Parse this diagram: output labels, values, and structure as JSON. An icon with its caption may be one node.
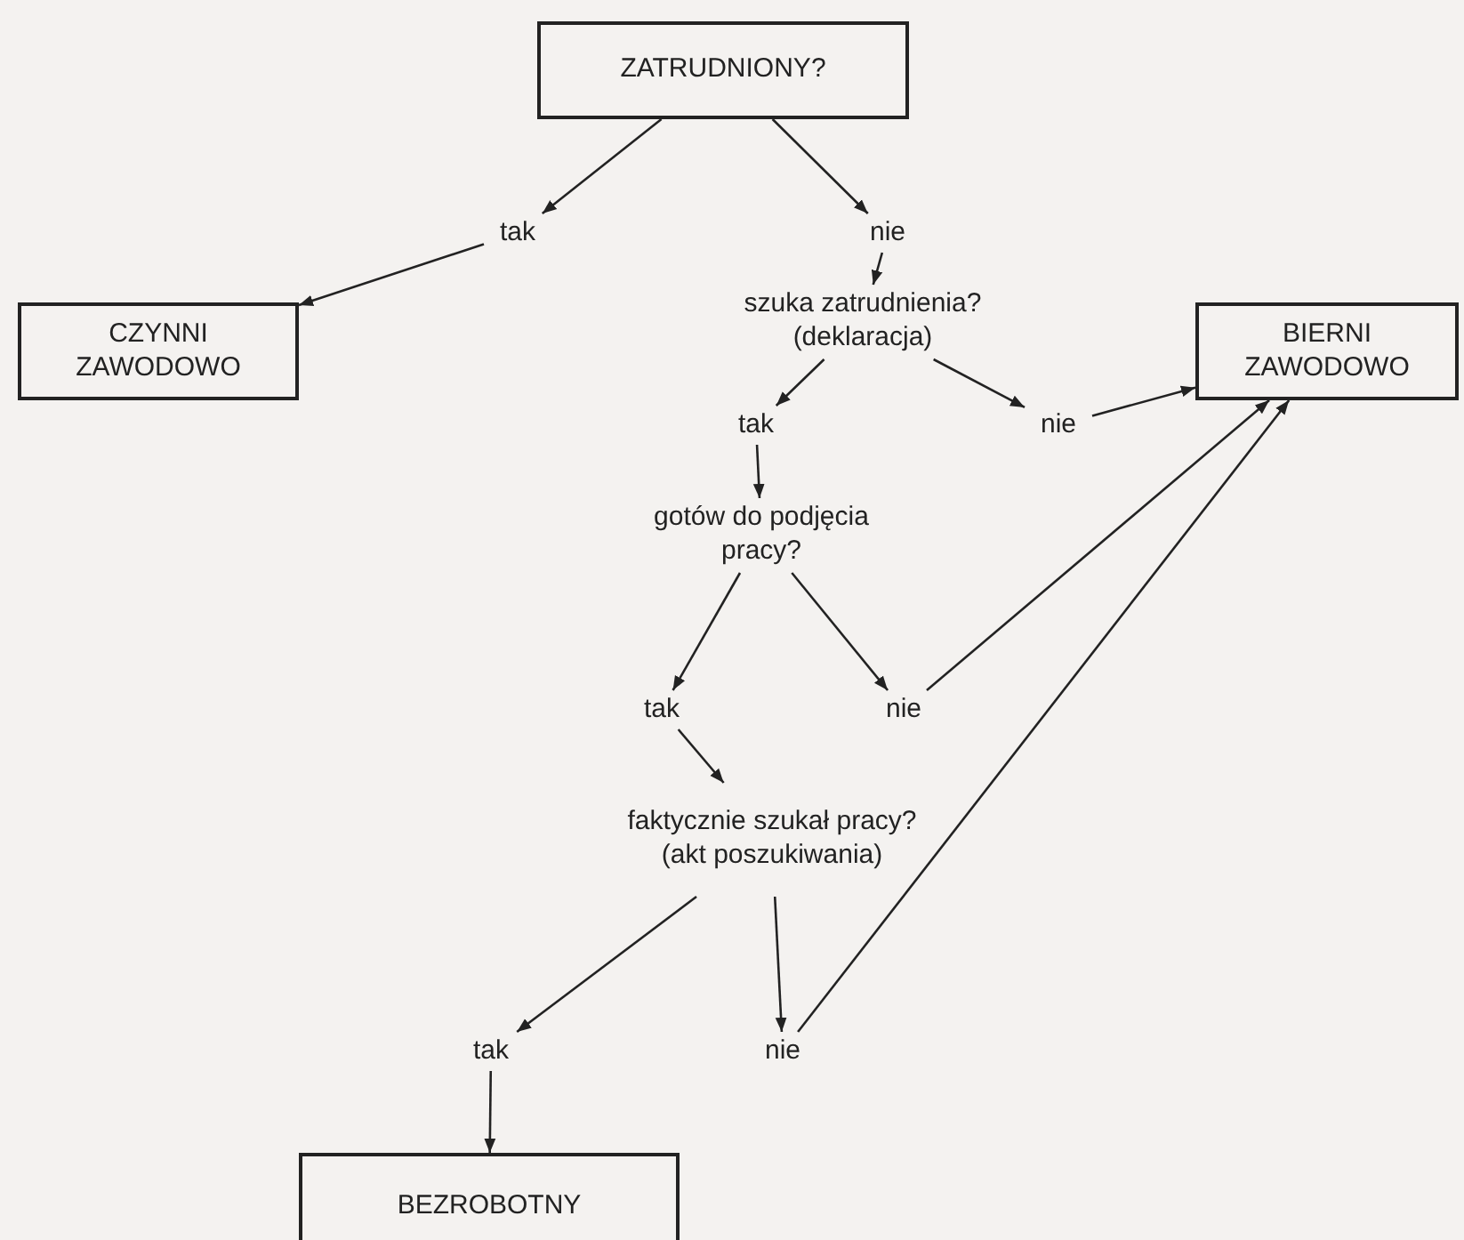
{
  "diagram": {
    "nodes": [
      {
        "text": [
          "ZATRUDNIONY?"
        ]
      },
      {
        "text": [
          "tak"
        ]
      },
      {
        "text": [
          "nie"
        ]
      },
      {
        "text": [
          "CZYNNI ZAWODOWO"
        ]
      },
      {
        "text": [
          "szuka zatrudnienia? (deklaracja)"
        ]
      },
      {
        "text": [
          "BIERNI ZAWODOWO"
        ]
      },
      {
        "text": [
          "tak"
        ]
      },
      {
        "text": [
          "nie"
        ]
      },
      {
        "text": [
          "gotów do podjęcia pracy?"
        ]
      },
      {
        "text": [
          "tak"
        ]
      },
      {
        "text": [
          "nie"
        ]
      },
      {
        "text": [
          "faktycznie szukał pracy? (akt poszukiwania)"
        ]
      },
      {
        "text": [
          "tak"
        ]
      },
      {
        "text": [
          "nie"
        ]
      },
      {
        "text": [
          "BEZROBOTNY"
        ]
      }
    ],
    "edges": [
      {
        "from": 0,
        "to": 1,
        "arrow": "to"
      },
      {
        "from": 0,
        "to": 2,
        "arrow": "to"
      },
      {
        "from": 1,
        "to": 3,
        "arrow": "to"
      },
      {
        "from": 2,
        "to": 4,
        "arrow": "to"
      },
      {
        "from": 4,
        "to": 6,
        "arrow": "to"
      },
      {
        "from": 4,
        "to": 7,
        "arrow": "to"
      },
      {
        "from": 7,
        "to": 5,
        "arrow": "to"
      },
      {
        "from": 6,
        "to": 8,
        "arrow": "to"
      },
      {
        "from": 8,
        "to": 9,
        "arrow": "to"
      },
      {
        "from": 8,
        "to": 10,
        "arrow": "to"
      },
      {
        "from": 10,
        "to": 5,
        "arrow": "to"
      },
      {
        "from": 9,
        "to": 11,
        "arrow": "to"
      },
      {
        "from": 11,
        "to": 12,
        "arrow": "to"
      },
      {
        "from": 11,
        "to": 13,
        "arrow": "to"
      },
      {
        "from": 13,
        "to": 5,
        "arrow": "to"
      },
      {
        "from": 12,
        "to": 14,
        "arrow": "to"
      }
    ]
  }
}
